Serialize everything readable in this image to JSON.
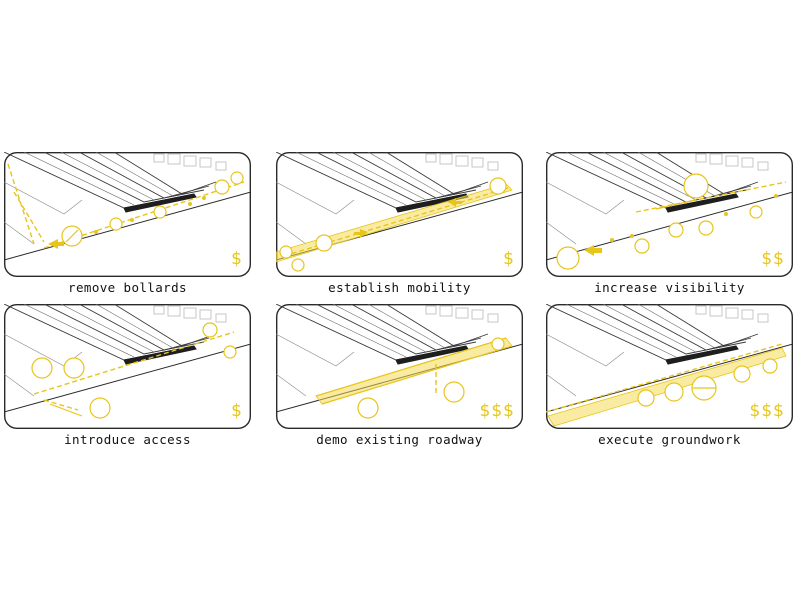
{
  "panels": [
    {
      "caption": "remove bollards",
      "cost": "$"
    },
    {
      "caption": "establish mobility",
      "cost": "$"
    },
    {
      "caption": "increase visibility",
      "cost": "$$"
    },
    {
      "caption": "introduce access",
      "cost": "$"
    },
    {
      "caption": "demo existing roadway",
      "cost": "$$$"
    },
    {
      "caption": "execute groundwork",
      "cost": "$$$"
    }
  ],
  "colors": {
    "accent": "#e8c51b",
    "line": "#2a2a2a"
  }
}
